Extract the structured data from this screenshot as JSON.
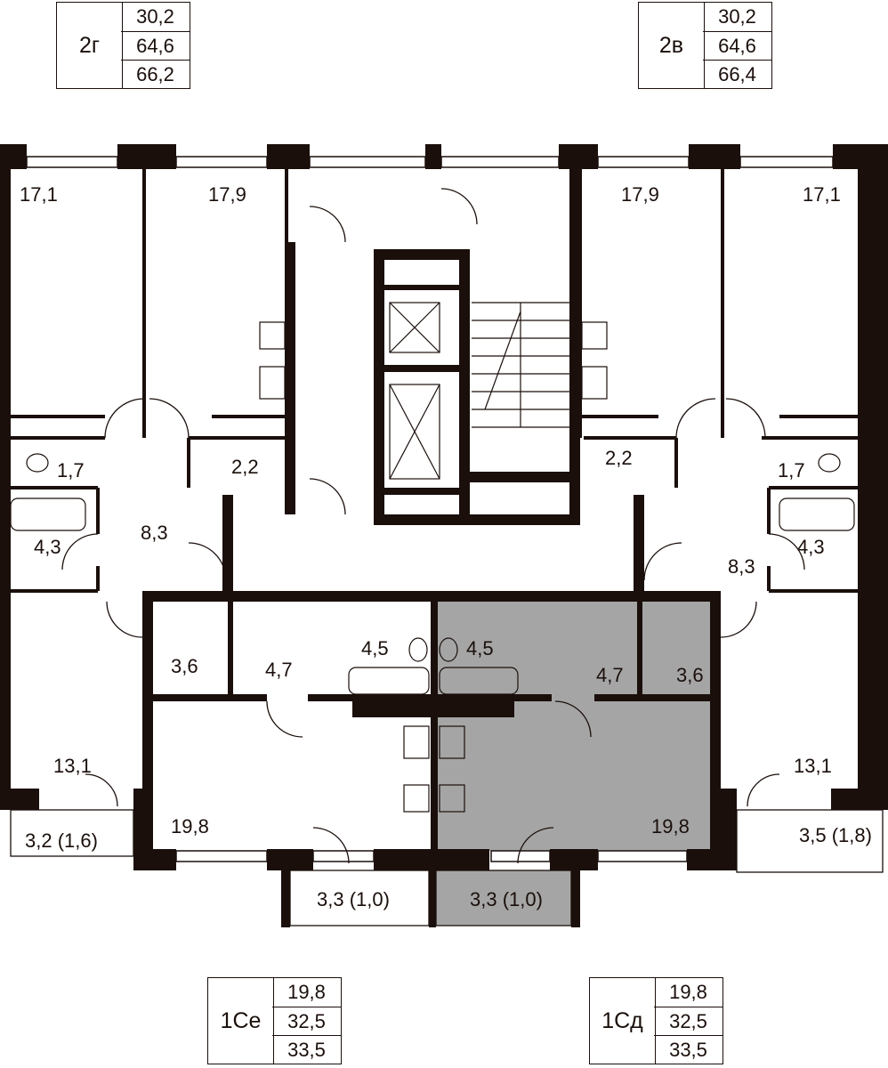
{
  "legends": [
    {
      "id": "2g",
      "code": "2г",
      "values": [
        "30,2",
        "64,6",
        "66,2"
      ]
    },
    {
      "id": "2v",
      "code": "2в",
      "values": [
        "30,2",
        "64,6",
        "66,4"
      ]
    },
    {
      "id": "1se",
      "code": "1Се",
      "values": [
        "19,8",
        "32,5",
        "33,5"
      ]
    },
    {
      "id": "1sd",
      "code": "1Сд",
      "values": [
        "19,8",
        "32,5",
        "33,5"
      ]
    }
  ],
  "rooms": {
    "tl_living": "17,1",
    "tl2_living": "17,9",
    "tr2_living": "17,9",
    "tr_living": "17,1",
    "l_wc": "1,7",
    "l_closet": "2,2",
    "r_closet": "2,2",
    "r_wc": "1,7",
    "l_bath": "4,3",
    "l_hall": "8,3",
    "r_bath": "4,3",
    "r_hall": "8,3",
    "l_store": "3,6",
    "l_hall2": "4,7",
    "l_bath2": "4,5",
    "r_bath2": "4,5",
    "r_hall2": "4,7",
    "r_store": "3,6",
    "l_bedroom": "13,1",
    "r_bedroom": "13,1",
    "l_balcony": "3,2 (1,6)",
    "r_balcony": "3,5 (1,8)",
    "l_studio": "19,8",
    "r_studio": "19,8",
    "l_loggia": "3,3 (1,0)",
    "r_loggia": "3,3 (1,0)"
  },
  "colors": {
    "wall": "#1a0f0b",
    "highlight": "#a5a5a5",
    "line": "#1a0f0b"
  }
}
